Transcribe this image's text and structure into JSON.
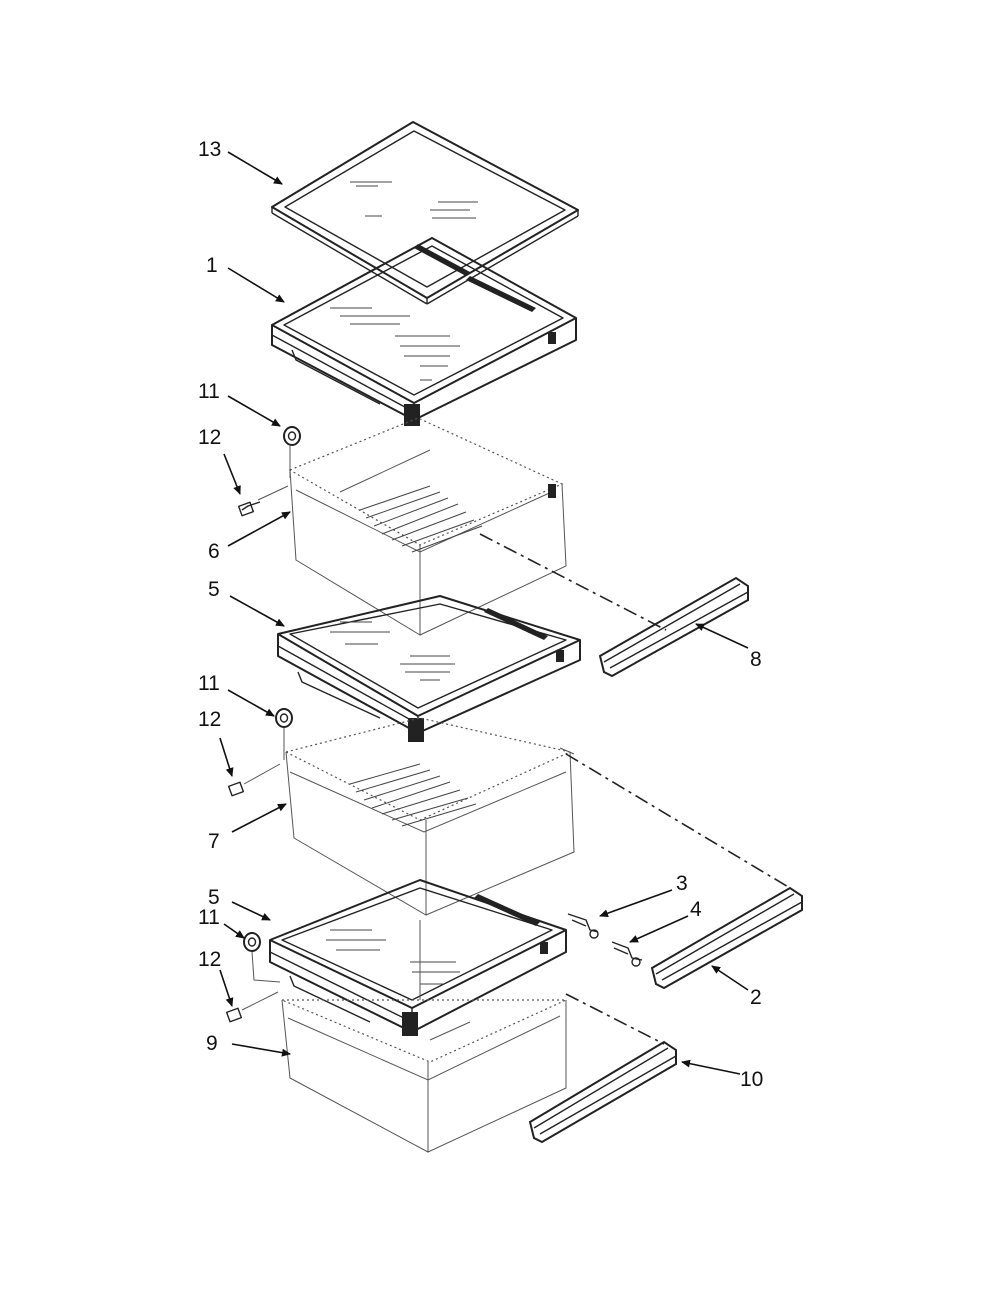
{
  "callouts": [
    {
      "id": "13",
      "label": "13"
    },
    {
      "id": "1",
      "label": "1"
    },
    {
      "id": "11a",
      "label": "11"
    },
    {
      "id": "12a",
      "label": "12"
    },
    {
      "id": "6",
      "label": "6"
    },
    {
      "id": "5a",
      "label": "5"
    },
    {
      "id": "8",
      "label": "8"
    },
    {
      "id": "11b",
      "label": "11"
    },
    {
      "id": "12b",
      "label": "12"
    },
    {
      "id": "7",
      "label": "7"
    },
    {
      "id": "3",
      "label": "3"
    },
    {
      "id": "4",
      "label": "4"
    },
    {
      "id": "5b",
      "label": "5"
    },
    {
      "id": "11c",
      "label": "11"
    },
    {
      "id": "12c",
      "label": "12"
    },
    {
      "id": "2",
      "label": "2"
    },
    {
      "id": "9",
      "label": "9"
    },
    {
      "id": "10",
      "label": "10"
    }
  ],
  "colors": {
    "line": "#222222",
    "background": "#ffffff"
  }
}
